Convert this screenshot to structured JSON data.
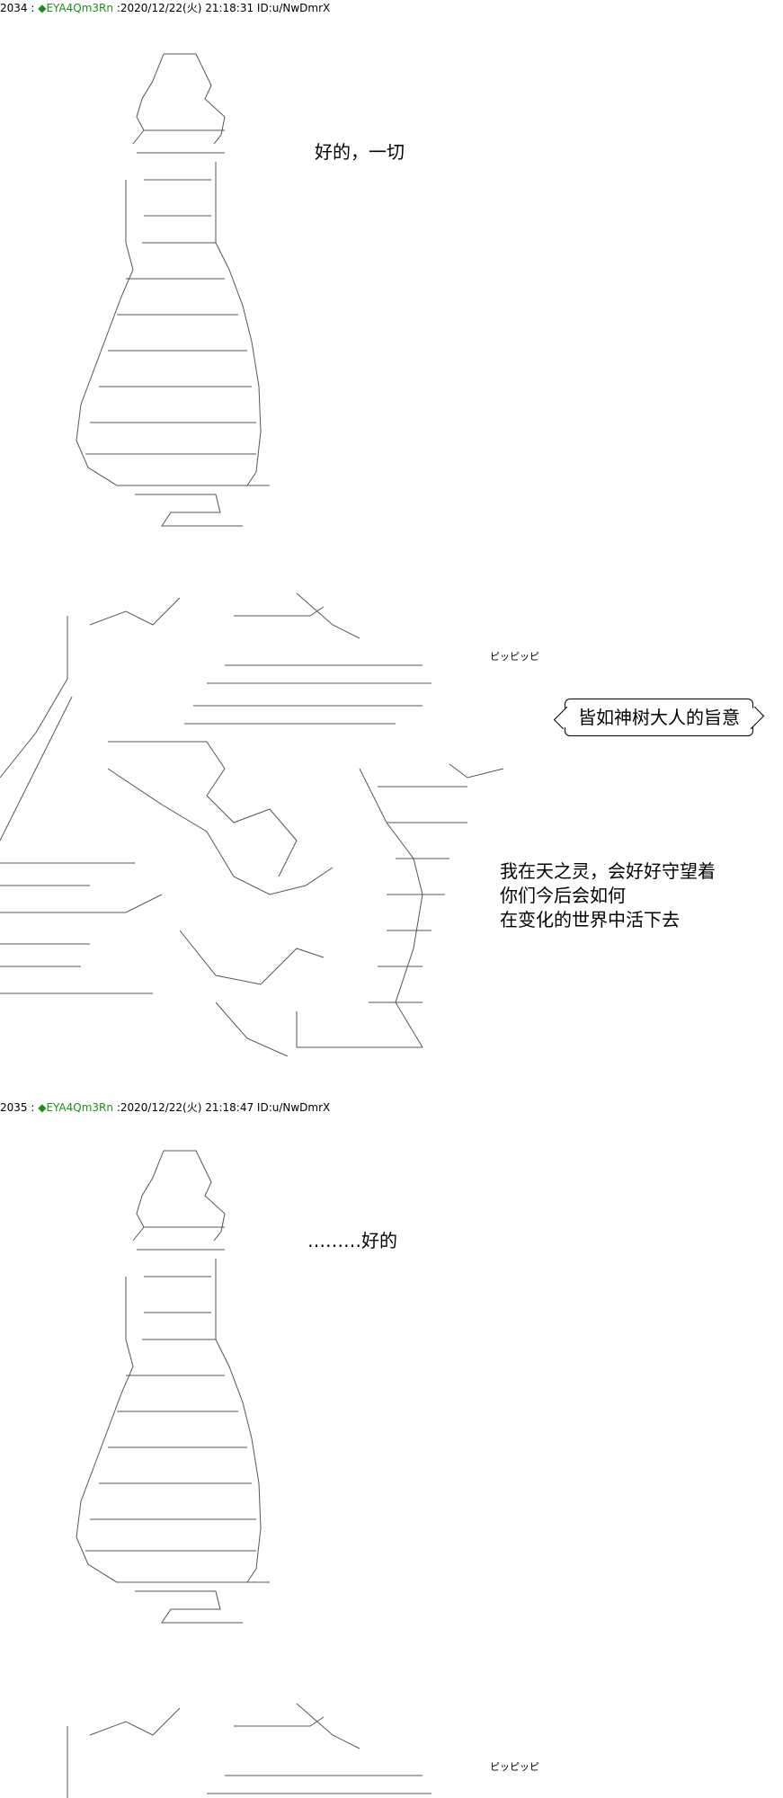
{
  "posts": [
    {
      "number": "2034",
      "separator": " : ",
      "diamond": "◆",
      "trip": "EYA4Qm3Rn",
      "datetime": " :2020/12/22(火) 21:18:31 ID:u/NwDmrX"
    },
    {
      "number": "2035",
      "separator": " : ",
      "diamond": "◆",
      "trip": "EYA4Qm3Rn",
      "datetime": " :2020/12/22(火) 21:18:47 ID:u/NwDmrX"
    }
  ],
  "captions": {
    "post1_line": "好的，一切",
    "bubble": "皆如神树大人的旨意",
    "sfx1": "ピッピッピ",
    "narration": "我在天之灵，会好好守望着\n你们今后会如何\n在变化的世界中活下去",
    "post2_line": "………好的",
    "sfx2": "ピッピッピ"
  },
  "colors": {
    "trip": "#1a8f1a",
    "art_stroke": "#555555"
  }
}
